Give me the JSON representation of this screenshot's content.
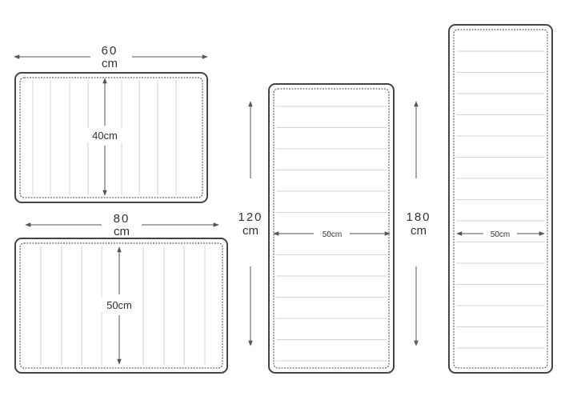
{
  "mats": [
    {
      "id": "mat-60x40",
      "width_label": [
        "60",
        "cm"
      ],
      "height_label": "40cm",
      "orientation": "landscape"
    },
    {
      "id": "mat-80x50",
      "width_label": [
        "80",
        "cm"
      ],
      "height_label": "50cm",
      "orientation": "landscape"
    },
    {
      "id": "mat-50x120",
      "length_label": [
        "120",
        "cm"
      ],
      "width_label": "50cm",
      "orientation": "portrait"
    },
    {
      "id": "mat-50x180",
      "length_label": [
        "180",
        "cm"
      ],
      "width_label": "50cm",
      "orientation": "portrait"
    }
  ],
  "colors": {
    "outline": "#444444",
    "stripe": "#d6d6d6",
    "dim_line": "#555555",
    "text": "#333333"
  }
}
